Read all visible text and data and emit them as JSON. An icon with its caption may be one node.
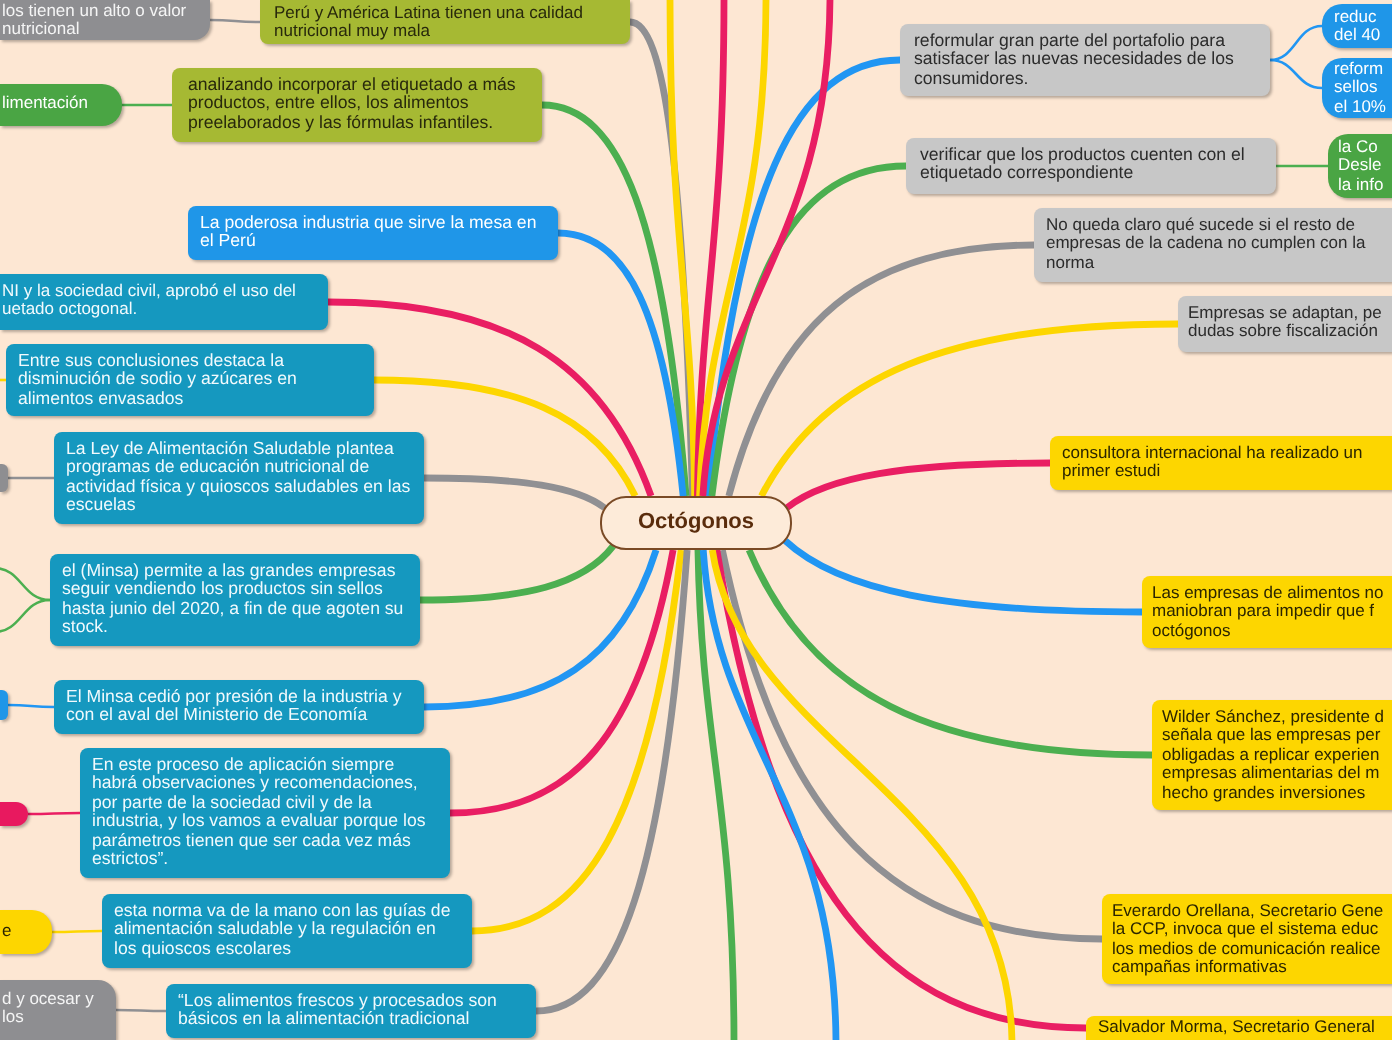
{
  "diagram": {
    "nodes": [
      {
        "text": [
          "Octógonos"
        ]
      },
      {
        "text": [
          "los tienen un alto o valor nutricional"
        ]
      },
      {
        "text": [
          "Perú y América Latina tienen una calidad nutricional muy mala"
        ]
      },
      {
        "text": [
          "limentación"
        ]
      },
      {
        "text": [
          "analizando incorporar el etiquetado a más productos, entre ellos, los alimentos preelaborados y las fórmulas infantiles."
        ]
      },
      {
        "text": [
          "La poderosa industria que sirve la mesa en el Perú"
        ]
      },
      {
        "text": [
          "NI y la sociedad civil, aprobó el uso del uetado octogonal."
        ]
      },
      {
        "text": [
          "Entre sus conclusiones destaca la disminución de sodio y azúcares en alimentos envasados"
        ]
      },
      {
        "text": [],
        "shape": "box"
      },
      {
        "text": [
          "La Ley de Alimentación Saludable plantea programas de educación nutricional de actividad física y quioscos saludables en las escuelas"
        ]
      },
      {
        "text": [
          "el (Minsa) permite a las grandes empresas seguir vendiendo los productos sin sellos hasta junio del 2020, a fin de que agoten su stock."
        ]
      },
      {
        "text": [],
        "shape": "box"
      },
      {
        "text": [
          "El Minsa cedió por presión de la industria y con el aval del Ministerio de Economía"
        ]
      },
      {
        "text": [],
        "shape": "box"
      },
      {
        "text": [
          "En este proceso de aplicación siempre habrá observaciones y recomendaciones, por parte de la sociedad civil y de la industria, y los vamos a evaluar porque los parámetros tienen que ser cada vez más estrictos”."
        ]
      },
      {
        "text": [
          "e"
        ]
      },
      {
        "text": [
          "esta norma va de la mano con las guías de alimentación saludable y la regulación en los quioscos escolares"
        ]
      },
      {
        "text": [
          "d y ocesar y los"
        ]
      },
      {
        "text": [
          "“Los alimentos frescos y procesados son básicos en la alimentación tradicional"
        ]
      },
      {
        "text": [
          "reduc del 40"
        ]
      },
      {
        "text": [
          "reformular gran parte del portafolio para satisfacer las nuevas necesidades de los consumidores."
        ]
      },
      {
        "text": [
          "reform sellos el 10%"
        ]
      },
      {
        "text": [
          "la Co Desle la info"
        ]
      },
      {
        "text": [
          "verificar que los productos cuenten con el etiquetado correspondiente"
        ]
      },
      {
        "text": [
          "No queda claro qué sucede si el resto de empresas de la cadena no cumplen con la norma"
        ]
      },
      {
        "text": [
          "Empresas se adaptan, pe dudas sobre fiscalización"
        ]
      },
      {
        "text": [
          "consultora internacional ha realizado un primer estudi"
        ]
      },
      {
        "text": [
          "Las empresas de alimentos no maniobran para impedir que f octógonos"
        ]
      },
      {
        "text": [
          "Wilder Sánchez, presidente d señala que las empresas per obligadas a replicar experien empresas alimentarias del m hecho grandes inversiones"
        ]
      },
      {
        "text": [
          "Everardo Orellana, Secretario Gene la CCP, invoca que el sistema educ los medios de comunicación realice campañas informativas"
        ]
      },
      {
        "text": [
          "Salvador Morma, Secretario General"
        ]
      }
    ],
    "edges": [
      {
        "from": 0,
        "to": 2,
        "arrow": "none",
        "color": "#909093"
      },
      {
        "from": 0,
        "to": 4,
        "arrow": "none",
        "color": "#4caf50"
      },
      {
        "from": 0,
        "to": 5,
        "arrow": "none",
        "color": "#2196f3"
      },
      {
        "from": 0,
        "to": 6,
        "arrow": "none",
        "color": "#e91e63"
      },
      {
        "from": 0,
        "to": 7,
        "arrow": "none",
        "color": "#fdd600"
      },
      {
        "from": 0,
        "to": 9,
        "arrow": "none",
        "color": "#909093"
      },
      {
        "from": 0,
        "to": 10,
        "arrow": "none",
        "color": "#4caf50"
      },
      {
        "from": 0,
        "to": 12,
        "arrow": "none",
        "color": "#2196f3"
      },
      {
        "from": 0,
        "to": 14,
        "arrow": "none",
        "color": "#e91e63"
      },
      {
        "from": 0,
        "to": 16,
        "arrow": "none",
        "color": "#fdd600"
      },
      {
        "from": 0,
        "to": 18,
        "arrow": "none",
        "color": "#909093"
      },
      {
        "from": 0,
        "to": 20,
        "arrow": "none",
        "color": "#2196f3"
      },
      {
        "from": 0,
        "to": 23,
        "arrow": "none",
        "color": "#4caf50"
      },
      {
        "from": 0,
        "to": 24,
        "arrow": "none",
        "color": "#909093"
      },
      {
        "from": 0,
        "to": 25,
        "arrow": "none",
        "color": "#fdd600"
      },
      {
        "from": 0,
        "to": 26,
        "arrow": "none",
        "color": "#e91e63"
      },
      {
        "from": 0,
        "to": 27,
        "arrow": "none",
        "color": "#2196f3"
      },
      {
        "from": 0,
        "to": 28,
        "arrow": "none",
        "color": "#4caf50"
      },
      {
        "from": 0,
        "to": 29,
        "arrow": "none",
        "color": "#909093"
      },
      {
        "from": 0,
        "to": 30,
        "arrow": "none",
        "color": "#e91e63"
      },
      {
        "from": 0,
        "to": null,
        "arrow": "none",
        "color": "#fdd600"
      },
      {
        "from": 0,
        "to": null,
        "arrow": "none",
        "color": "#e91e63"
      },
      {
        "from": 0,
        "to": null,
        "arrow": "none",
        "color": "#fdd600"
      },
      {
        "from": 0,
        "to": null,
        "arrow": "none",
        "color": "#e91e63"
      },
      {
        "from": 0,
        "to": null,
        "arrow": "none",
        "color": "#4caf50"
      },
      {
        "from": 0,
        "to": null,
        "arrow": "none",
        "color": "#2196f3"
      },
      {
        "from": 0,
        "to": null,
        "arrow": "none",
        "color": "#fdd600"
      },
      {
        "from": 2,
        "to": 1,
        "arrow": "none",
        "color": "#909093"
      },
      {
        "from": 4,
        "to": 3,
        "arrow": "none",
        "color": "#4caf50"
      },
      {
        "from": 7,
        "to": null,
        "arrow": "none",
        "color": "#fdd600"
      },
      {
        "from": 9,
        "to": 8,
        "arrow": "none",
        "color": "#909093"
      },
      {
        "from": 10,
        "to": null,
        "arrow": "none",
        "color": "#4caf50"
      },
      {
        "from": 10,
        "to": null,
        "arrow": "none",
        "color": "#4caf50"
      },
      {
        "from": 12,
        "to": 11,
        "arrow": "none",
        "color": "#2196f3"
      },
      {
        "from": 14,
        "to": 13,
        "arrow": "none",
        "color": "#e91e63"
      },
      {
        "from": 16,
        "to": 15,
        "arrow": "none",
        "color": "#fdd600"
      },
      {
        "from": 18,
        "to": 17,
        "arrow": "none",
        "color": "#909093"
      },
      {
        "from": 20,
        "to": 19,
        "arrow": "none",
        "color": "#2196f3"
      },
      {
        "from": 20,
        "to": 21,
        "arrow": "none",
        "color": "#2196f3"
      },
      {
        "from": 23,
        "to": 22,
        "arrow": "none",
        "color": "#4caf50"
      }
    ]
  }
}
